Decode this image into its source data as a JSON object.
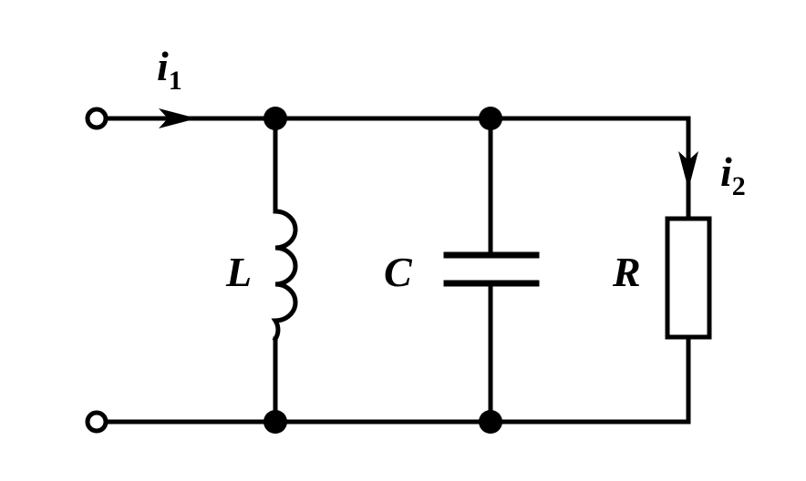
{
  "diagram": {
    "current_in": {
      "symbol": "i",
      "subscript": "1"
    },
    "current_resistor": {
      "symbol": "i",
      "subscript": "2"
    },
    "inductor_label": "L",
    "capacitor_label": "C",
    "resistor_label": "R"
  }
}
